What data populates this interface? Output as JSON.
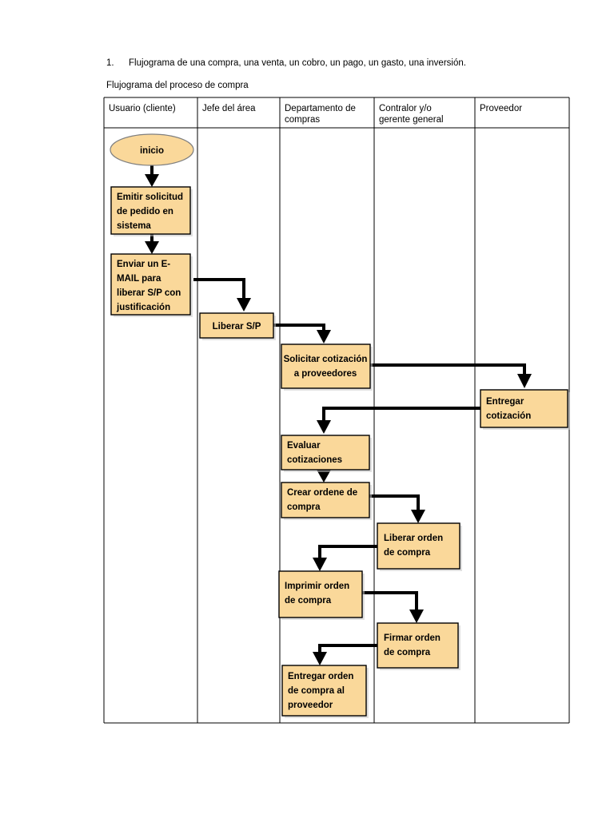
{
  "document": {
    "heading_number": "1.",
    "heading_text": "Flujograma de una compra, una venta, un cobro, un pago, un gasto, una inversión.",
    "subtitle": "Flujograma del proceso de compra"
  },
  "table": {
    "columns": [
      {
        "id": "usuario",
        "label": "Usuario (cliente)"
      },
      {
        "id": "jefe",
        "label": "Jefe del área"
      },
      {
        "id": "compras",
        "label_line1": "Departamento de",
        "label_line2": "compras"
      },
      {
        "id": "contralor",
        "label_line1": "Contralor y/o",
        "label_line2": "gerente general"
      },
      {
        "id": "proveedor",
        "label": "Proveedor"
      }
    ]
  },
  "chart_data": {
    "type": "diagram",
    "subtype": "swimlane-flowchart",
    "title": "Flujograma del proceso de compra",
    "lanes": [
      "Usuario (cliente)",
      "Jefe del área",
      "Departamento de compras",
      "Contralor y/o gerente general",
      "Proveedor"
    ],
    "nodes": [
      {
        "id": "n1",
        "lane": "Usuario (cliente)",
        "shape": "ellipse",
        "label": "inicio",
        "lines": [
          "inicio"
        ]
      },
      {
        "id": "n2",
        "lane": "Usuario (cliente)",
        "shape": "rectangle",
        "label": "Emitir solicitud de pedido en sistema",
        "lines": [
          "Emitir solicitud",
          "de pedido en",
          "sistema"
        ]
      },
      {
        "id": "n3",
        "lane": "Usuario (cliente)",
        "shape": "rectangle",
        "label": "Enviar un E-MAIL para liberar S/P con justificación",
        "lines": [
          "Enviar un E-",
          "MAIL para",
          "liberar S/P con",
          "justificación"
        ]
      },
      {
        "id": "n4",
        "lane": "Jefe del área",
        "shape": "rectangle",
        "label": "Liberar S/P",
        "lines": [
          "Liberar S/P"
        ]
      },
      {
        "id": "n5",
        "lane": "Departamento de compras",
        "shape": "rectangle",
        "label": "Solicitar cotización a proveedores",
        "lines": [
          "Solicitar cotización",
          "a proveedores"
        ]
      },
      {
        "id": "n6",
        "lane": "Proveedor",
        "shape": "rectangle",
        "label": "Entregar cotización",
        "lines": [
          "Entregar",
          "cotización"
        ]
      },
      {
        "id": "n7",
        "lane": "Departamento de compras",
        "shape": "rectangle",
        "label": "Evaluar cotizaciones",
        "lines": [
          "Evaluar",
          "cotizaciones"
        ]
      },
      {
        "id": "n8",
        "lane": "Departamento de compras",
        "shape": "rectangle",
        "label": "Crear ordene de compra",
        "lines": [
          "Crear ordene de",
          "compra"
        ]
      },
      {
        "id": "n9",
        "lane": "Contralor y/o gerente general",
        "shape": "rectangle",
        "label": "Liberar orden de compra",
        "lines": [
          "Liberar orden",
          "de compra"
        ]
      },
      {
        "id": "n10",
        "lane": "Departamento de compras",
        "shape": "rectangle",
        "label": "Imprimir orden de compra",
        "lines": [
          "Imprimir orden",
          "de compra"
        ]
      },
      {
        "id": "n11",
        "lane": "Contralor y/o gerente general",
        "shape": "rectangle",
        "label": "Firmar orden de compra",
        "lines": [
          "Firmar orden",
          "de compra"
        ]
      },
      {
        "id": "n12",
        "lane": "Departamento de compras",
        "shape": "rectangle",
        "label": "Entregar orden de compra al proveedor",
        "lines": [
          "Entregar orden",
          "de compra al",
          "proveedor"
        ]
      }
    ],
    "edges": [
      {
        "from": "n1",
        "to": "n2",
        "style": "vertical"
      },
      {
        "from": "n2",
        "to": "n3",
        "style": "vertical"
      },
      {
        "from": "n3",
        "to": "n4",
        "style": "elbow-right-down"
      },
      {
        "from": "n4",
        "to": "n5",
        "style": "elbow-right-down"
      },
      {
        "from": "n5",
        "to": "n6",
        "style": "elbow-right-down"
      },
      {
        "from": "n6",
        "to": "n7",
        "style": "elbow-left-down"
      },
      {
        "from": "n7",
        "to": "n8",
        "style": "vertical"
      },
      {
        "from": "n8",
        "to": "n9",
        "style": "elbow-right-down"
      },
      {
        "from": "n9",
        "to": "n10",
        "style": "elbow-left-down"
      },
      {
        "from": "n10",
        "to": "n11",
        "style": "elbow-right-down"
      },
      {
        "from": "n11",
        "to": "n12",
        "style": "elbow-left-down"
      }
    ],
    "node_fill": "#fad89a",
    "node_stroke": "#000000",
    "connector_color": "#000000"
  }
}
